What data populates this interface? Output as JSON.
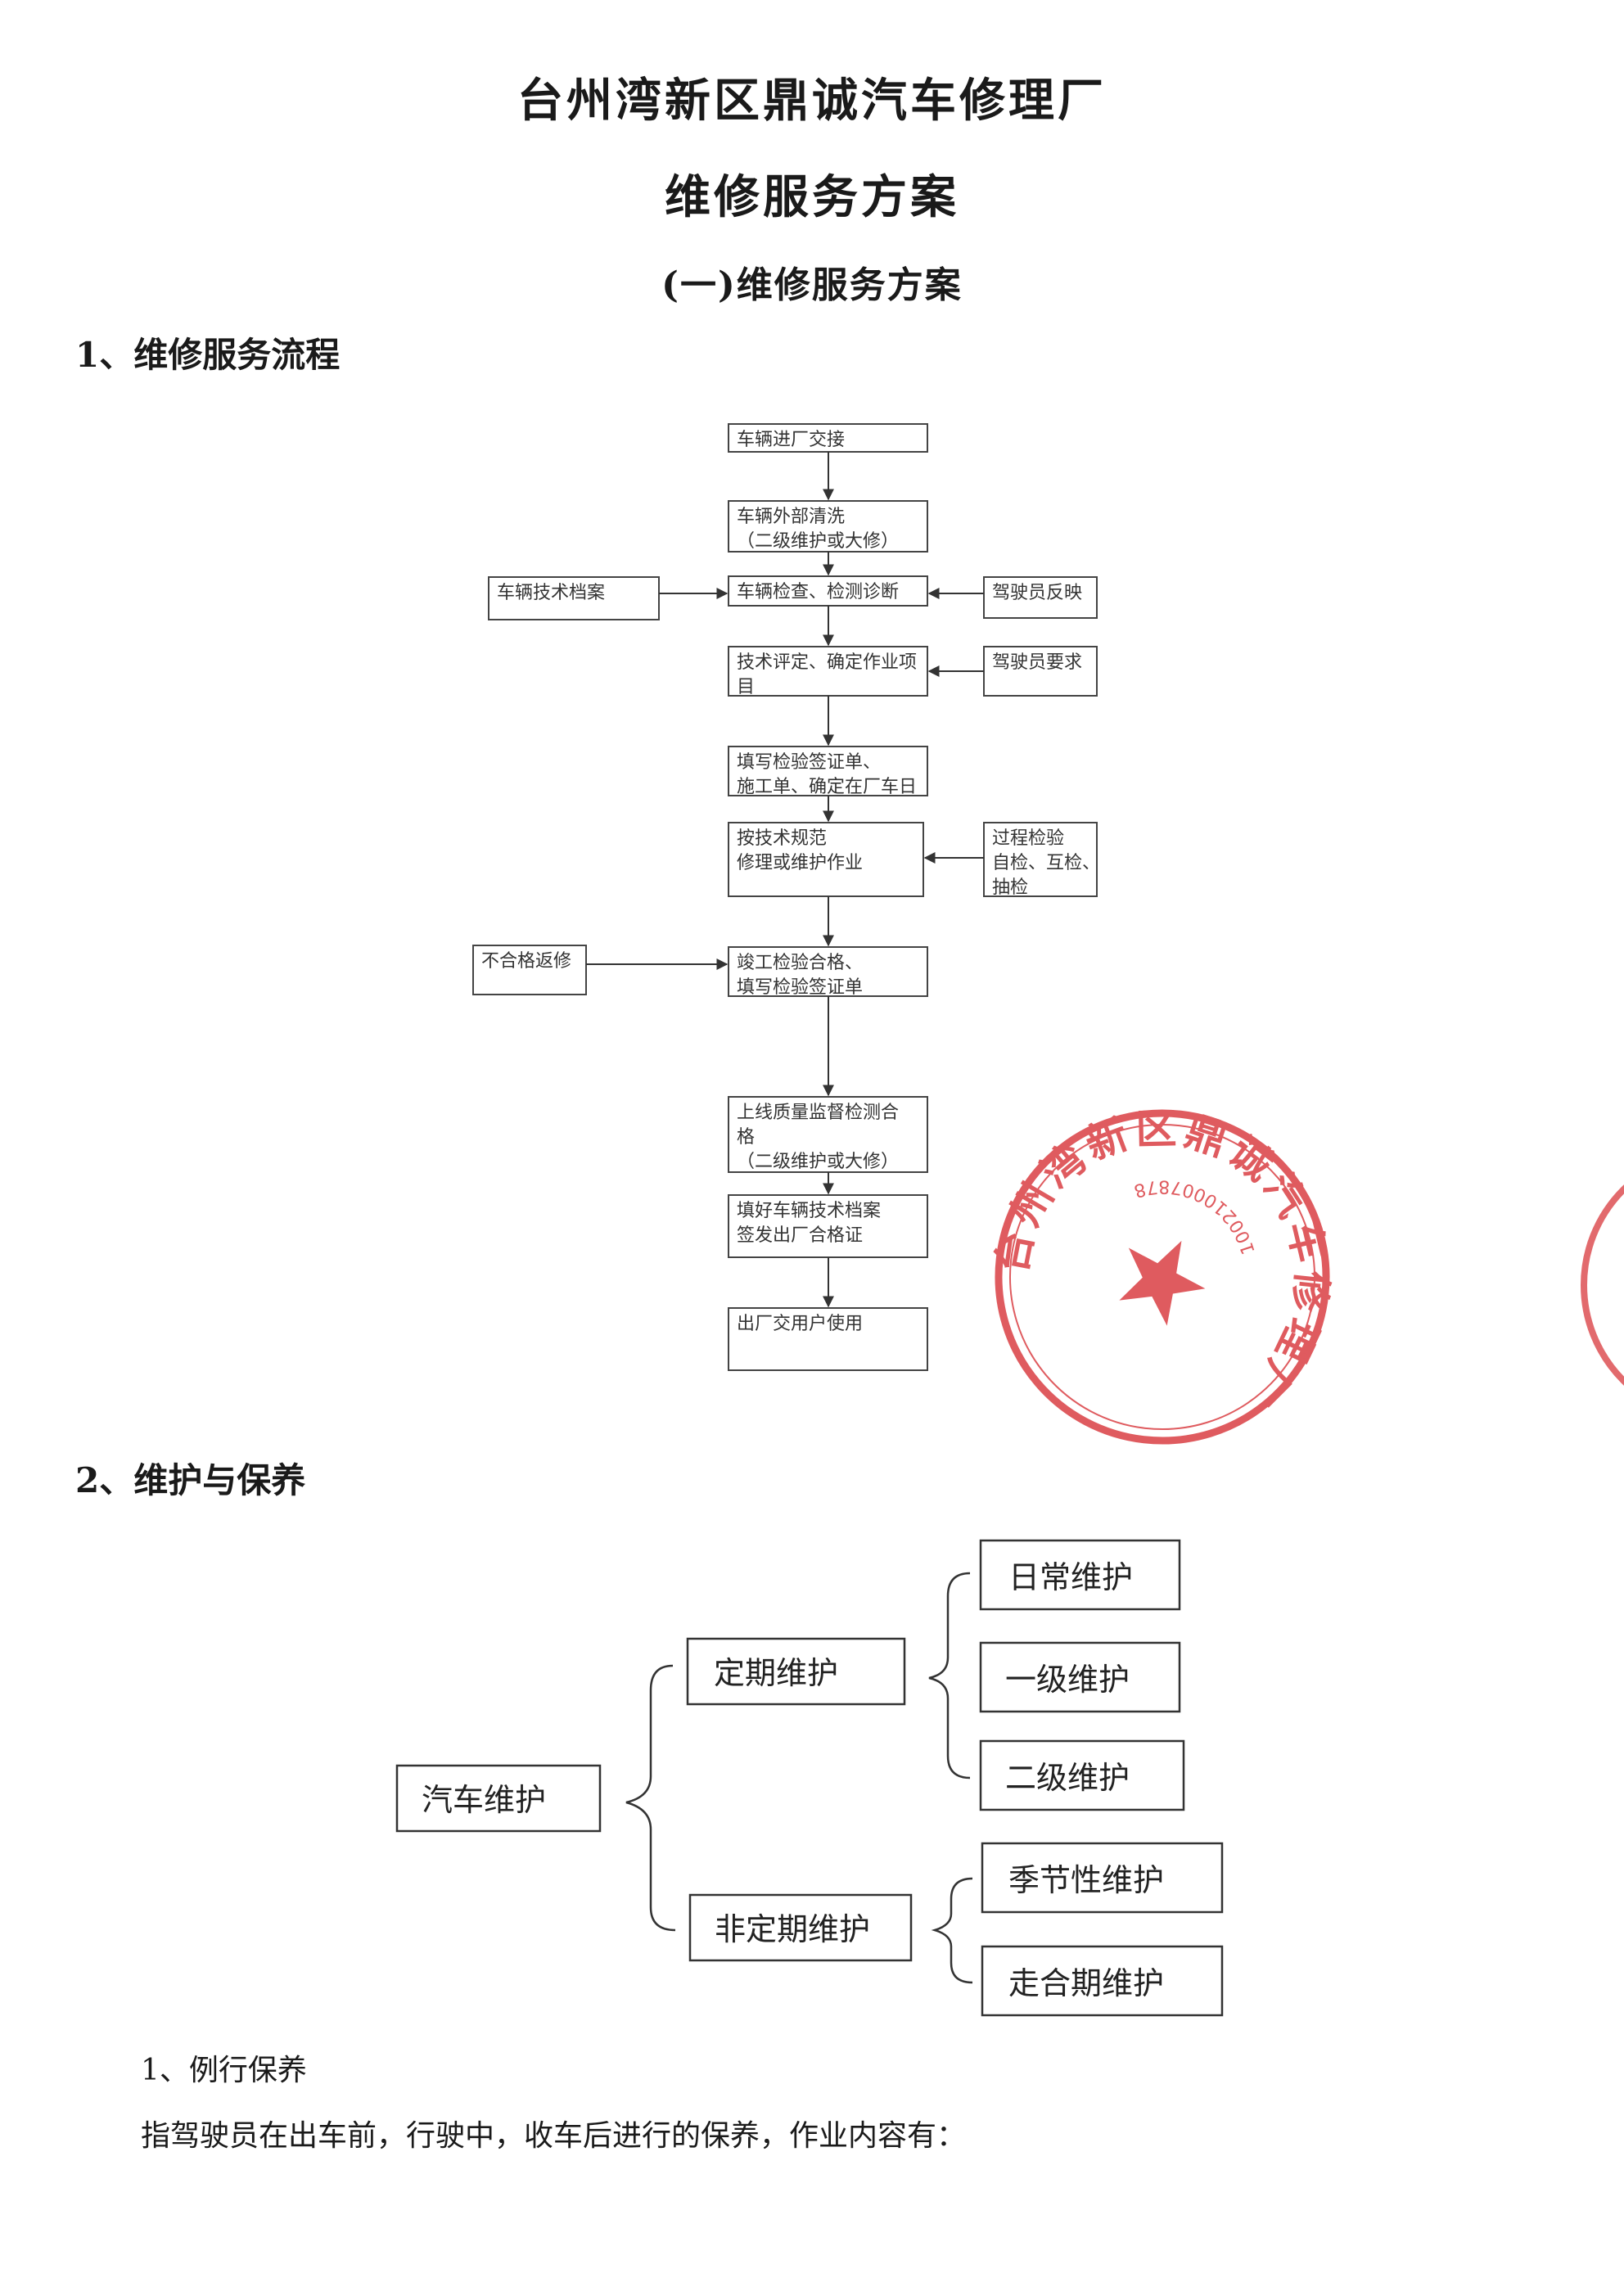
{
  "header": {
    "company": "台州湾新区鼎诚汽车修理厂",
    "doc_title": "维修服务方案",
    "part_title": "(一)维修服务方案"
  },
  "section1": {
    "heading": "1、维修服务流程",
    "flow": {
      "main": [
        [
          "车辆进厂交接"
        ],
        [
          "车辆外部清洗",
          "（二级维护或大修）"
        ],
        [
          "车辆检查、检测诊断"
        ],
        [
          "技术评定、确定作业项",
          "目"
        ],
        [
          "  填写检验签证单、",
          "施工单、确定在厂车日"
        ],
        [
          "按技术规范",
          "修理或维护作业"
        ],
        [
          "竣工检验合格、",
          "填写检验签证单"
        ],
        [
          "上线质量监督检测合",
          "格",
          "（二级维护或大修）"
        ],
        [
          "填好车辆技术档案",
          "签发出厂合格证"
        ],
        [
          "出厂交用户使用"
        ]
      ],
      "side": {
        "tech_archive": "车辆技术档案",
        "driver_feedback": "驾驶员反映",
        "driver_request": "驾驶员要求",
        "process_check": [
          "过程检验",
          "自检、互检、",
          "抽检"
        ],
        "unqualified": "不合格返修"
      }
    }
  },
  "section2": {
    "heading": "2、维护与保养",
    "tree": {
      "root": "汽车维护",
      "regular": "定期维护",
      "irregular": "非定期维护",
      "regular_children": [
        "日常维护",
        "一级维护",
        "二级维护"
      ],
      "irregular_children": [
        "季节性维护",
        "走合期维护"
      ]
    }
  },
  "section3": {
    "heading": "1、例行保养",
    "text": "指驾驶员在出车前，行驶中，收车后进行的保养，作业内容有："
  },
  "seal": {
    "text": "台州湾新区鼎诚汽车修理厂",
    "code": "3310021000787853",
    "color": "#d8383c"
  }
}
